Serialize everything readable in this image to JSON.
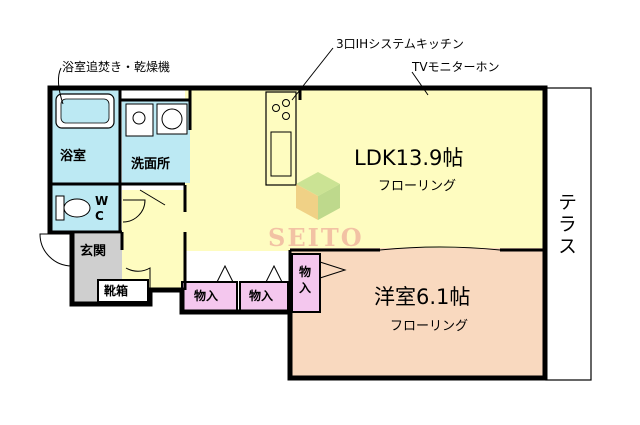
{
  "callouts": {
    "bath_features": "浴室追焚き・乾燥機",
    "kitchen": "3口IHシステムキッチン",
    "intercom": "TVモニターホン"
  },
  "rooms": {
    "bath": "浴室",
    "washroom": "洗面所",
    "wc_top": "W",
    "wc_bottom": "C",
    "entrance": "玄関",
    "shoe_box": "靴箱",
    "ldk_title": "LDK13.9帖",
    "ldk_floor": "フローリング",
    "western_title": "洋室6.1帖",
    "western_floor": "フローリング",
    "storage_1": "物入",
    "storage_2": "物入",
    "storage_3_top": "物",
    "storage_3_bottom": "入",
    "terrace": "テラス"
  },
  "watermark": {
    "text": "SEITO"
  },
  "colors": {
    "wall": "#000000",
    "ldk_floor": "#fefcc0",
    "western_floor": "#f9d9bf",
    "wet_area": "#bce9f3",
    "entrance": "#cfcfcf",
    "storage": "#f4c7ee",
    "kitchen_unit": "#fefcc0"
  }
}
